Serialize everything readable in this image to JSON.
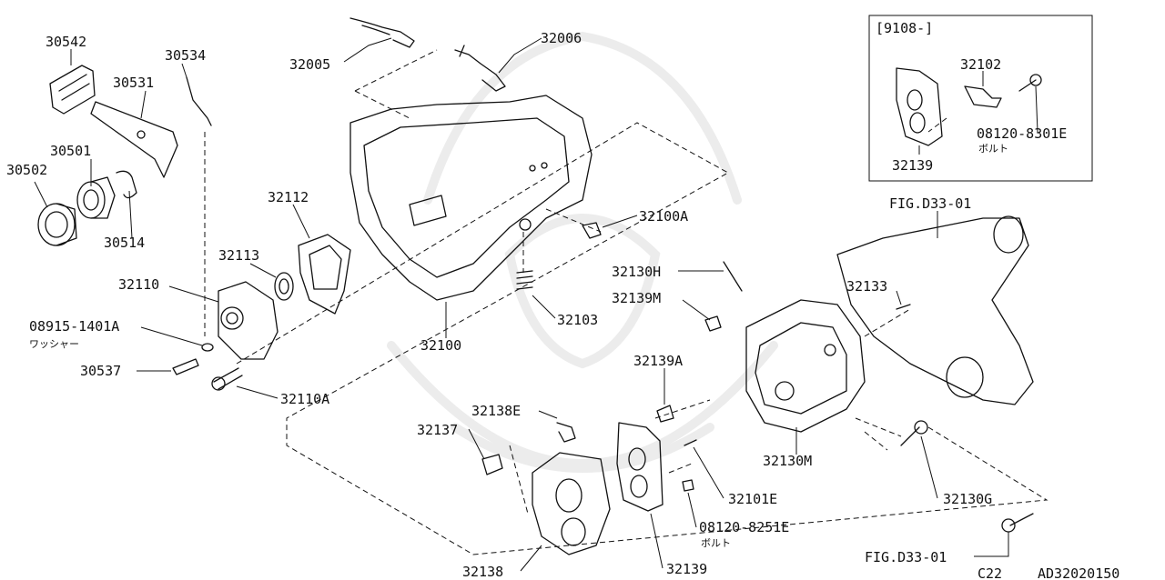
{
  "diagram": {
    "inset_header": "[9108-]",
    "labels": {
      "p30542": "30542",
      "p30534": "30534",
      "p30531": "30531",
      "p30501": "30501",
      "p30502": "30502",
      "p30514": "30514",
      "p32005": "32005",
      "p32006": "32006",
      "p32112": "32112",
      "p32113": "32113",
      "p32110": "32110",
      "p08915": "08915-1401A",
      "p08915_sub": "ワッシャー",
      "p30537": "30537",
      "p32110A": "32110A",
      "p32100": "32100",
      "p32100A": "32100A",
      "p32103": "32103",
      "p32130H": "32130H",
      "p32139M": "32139M",
      "p32133": "32133",
      "p32102": "32102",
      "p08120_8301E": "08120-8301E",
      "p08120_8301E_sub": "ボルト",
      "p32139_inset": "32139",
      "figD33_top": "FIG.D33-01",
      "p32139A": "32139A",
      "p32138E": "32138E",
      "p32137": "32137",
      "p32130M": "32130M",
      "p32101E": "32101E",
      "p32130G": "32130G",
      "p08120_8251E": "08120-8251E",
      "p08120_8251E_sub": "ボルト",
      "figD33_bottom": "FIG.D33-01",
      "p32138": "32138",
      "p32139": "32139",
      "code_c22": "C22",
      "code_ad": "AD32020150"
    }
  }
}
